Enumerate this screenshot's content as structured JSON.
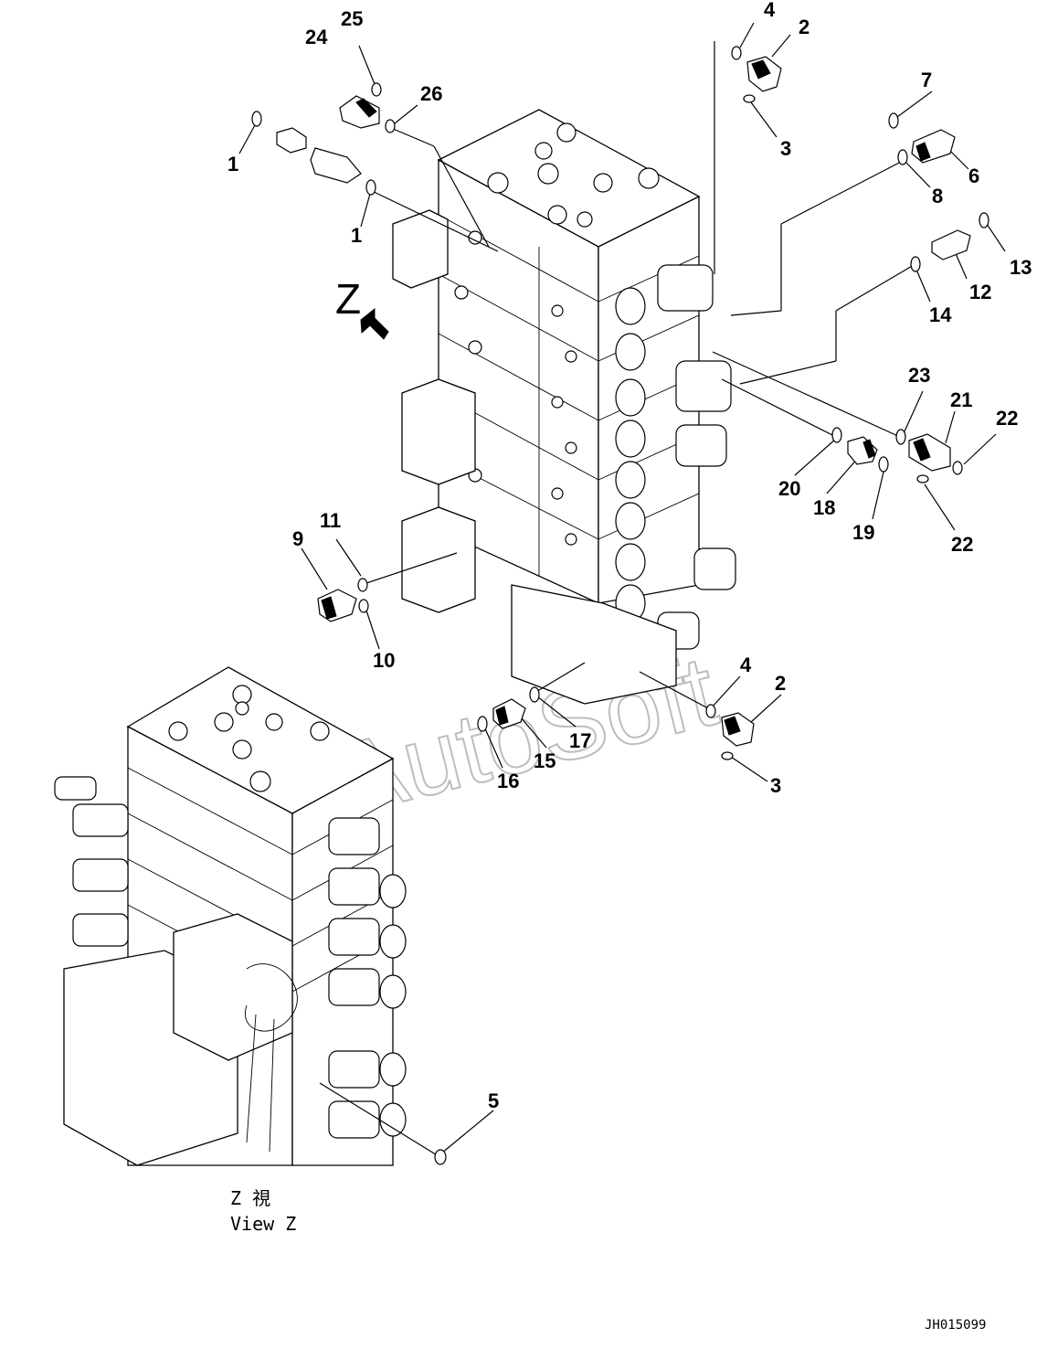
{
  "callouts": [
    "1",
    "1",
    "2",
    "2",
    "3",
    "3",
    "4",
    "4",
    "5",
    "6",
    "7",
    "8",
    "9",
    "10",
    "11",
    "12",
    "13",
    "14",
    "15",
    "16",
    "17",
    "18",
    "19",
    "20",
    "21",
    "22",
    "22",
    "23",
    "24",
    "25",
    "26"
  ],
  "view_marker": "Z",
  "view_caption": {
    "japanese": "Z 視",
    "english": "View Z"
  },
  "drawing_code": "JH015099",
  "watermark": "AutoSoft"
}
